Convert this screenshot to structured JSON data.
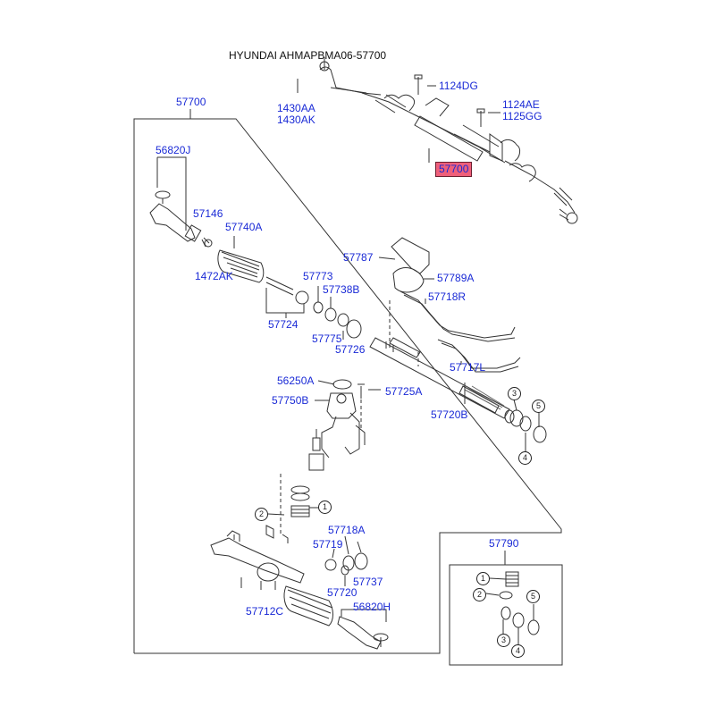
{
  "header": {
    "title": "HYUNDAI AHMAPBMA06-57700"
  },
  "callouts": {
    "main_assembly": "57700",
    "highlight_assembly": "57700",
    "service_kit": "57790"
  },
  "parts": {
    "p1124DG": "1124DG",
    "p1124AE": "1124AE",
    "p1125GG": "1125GG",
    "p1430AA": "1430AA",
    "p1430AK": "1430AK",
    "p56820J": "56820J",
    "p57146": "57146",
    "p57740A": "57740A",
    "p1472AK": "1472AK",
    "p57773": "57773",
    "p57738B": "57738B",
    "p57724": "57724",
    "p57775": "57775",
    "p57726": "57726",
    "p57787": "57787",
    "p57789A": "57789A",
    "p57718R": "57718R",
    "p57717L": "57717L",
    "p56250A": "56250A",
    "p57725A": "57725A",
    "p57750B": "57750B",
    "p57720B": "57720B",
    "p57718A": "57718A",
    "p57719": "57719",
    "p57737": "57737",
    "p57720": "57720",
    "p57712C": "57712C",
    "p56820H": "56820H"
  },
  "ref_numbers": [
    "1",
    "2",
    "3",
    "4",
    "5"
  ],
  "colors": {
    "label": "#1a2ad6",
    "highlight_bg": "#ef5f7a",
    "line": "#333333"
  }
}
